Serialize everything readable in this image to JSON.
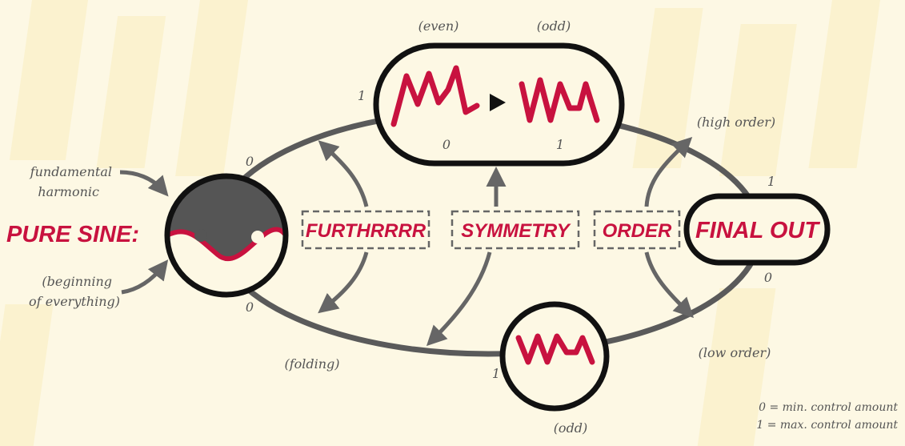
{
  "title": "PURE SINE:",
  "annotations": {
    "fundamental_line1": "fundamental",
    "fundamental_line2": "harmonic",
    "beginning_line1": "(beginning",
    "beginning_line2": "of everything)",
    "even": "(even)",
    "odd_top": "(odd)",
    "odd_bottom": "(odd)",
    "high_order": "(high order)",
    "low_order": "(low order)",
    "folding": "(folding)"
  },
  "controls": {
    "furthrrrr": "FURTHRRRR",
    "symmetry": "SYMMETRY",
    "order": "ORDER"
  },
  "output": "FINAL OUT",
  "markers": {
    "top_0": "0",
    "top_1": "1",
    "bot_0": "0",
    "bot_1": "1",
    "out_1": "1",
    "out_0": "0",
    "pill_0": "0",
    "pill_1": "1",
    "circle_1": "1"
  },
  "legend": {
    "line1": "0 = min. control amount",
    "line2": "1 = max. control amount"
  },
  "colors": {
    "accent": "#c8123f",
    "ring": "#5a5a5a",
    "outline": "#111111",
    "background": "#fdf8e4"
  }
}
